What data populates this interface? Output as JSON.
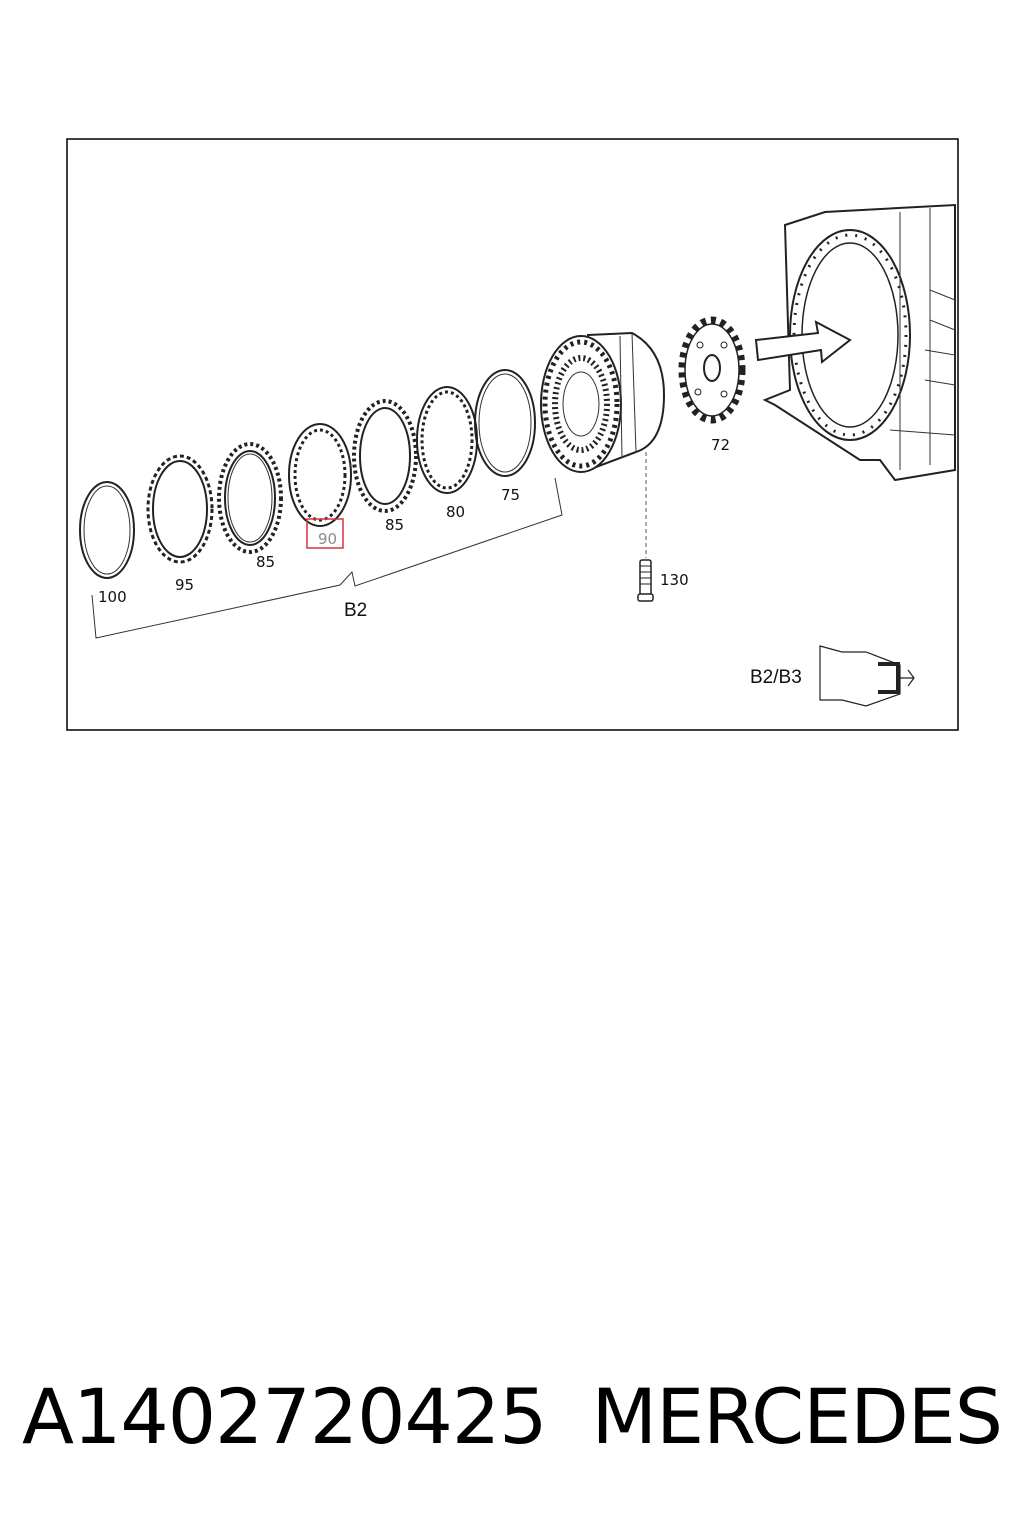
{
  "diagram": {
    "callouts": {
      "c100": "100",
      "c95": "95",
      "c85a": "85",
      "c90": "90",
      "c85b": "85",
      "c80": "80",
      "c75": "75",
      "c72": "72",
      "c130": "130"
    },
    "group_label": "B2",
    "inset_label": "B2/B3",
    "highlight_color": "#d9343a"
  },
  "caption": {
    "part_number": "A1402720425",
    "brand": "MERCEDES"
  }
}
